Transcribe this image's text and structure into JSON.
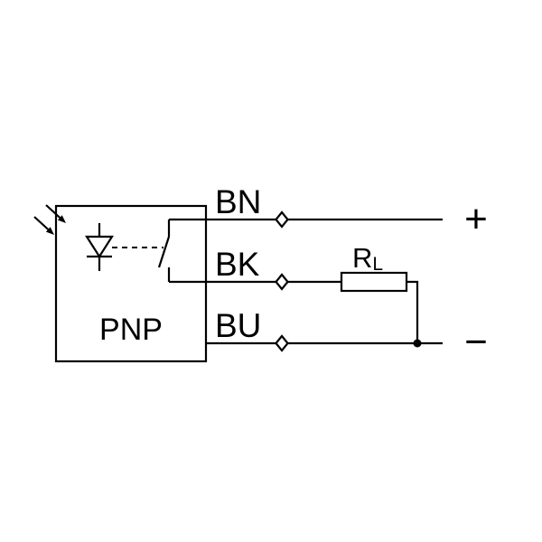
{
  "device": {
    "label": "PNP"
  },
  "wires": {
    "bn": {
      "label": "BN",
      "polarity": "+"
    },
    "bk": {
      "label": "BK"
    },
    "bu": {
      "label": "BU",
      "polarity": "−"
    }
  },
  "load_resistor": {
    "symbol": "R",
    "subscript": "L"
  },
  "colors": {
    "line": "#000000",
    "background": "#ffffff"
  },
  "icons": {
    "light_arrows": "light-arrows-icon",
    "photodiode": "photodiode-icon",
    "switch_contact": "switch-contact-icon",
    "terminal_connector": "terminal-diamond-icon",
    "junction": "junction-dot-icon"
  }
}
